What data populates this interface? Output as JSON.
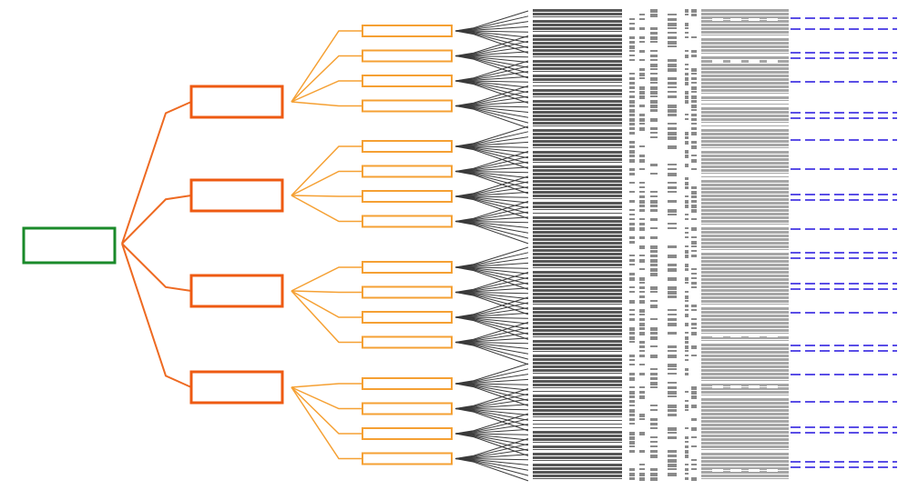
{
  "diagram": {
    "type": "tree",
    "levels": [
      {
        "name": "root",
        "count": 1
      },
      {
        "name": "level-1",
        "count": 4
      },
      {
        "name": "level-2",
        "count": 16
      },
      {
        "name": "leaf-fan",
        "per_node": 9
      }
    ],
    "colors": {
      "root": "#1a8a2a",
      "level1": "#ee5a12",
      "level2": "#f5a033",
      "connector1": "#ee6a22",
      "connector2": "#f5a033",
      "fan": "#3a3a3a",
      "dark_bars": "#575757",
      "mid_bars": "#8a8a8a",
      "light_bars": "#a6a6a6",
      "blue_dashes": "#5a4ee6"
    }
  }
}
